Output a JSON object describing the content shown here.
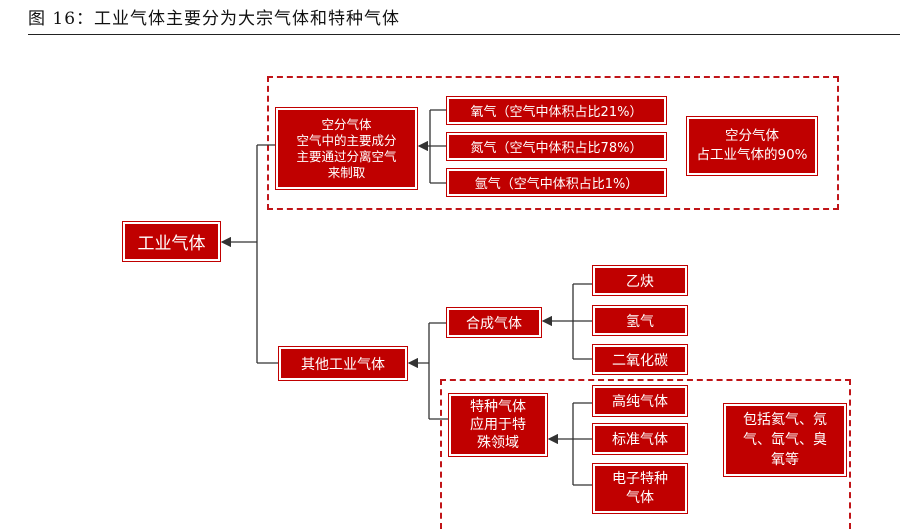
{
  "figure": {
    "title": "图 16：工业气体主要分为大宗气体和特种气体"
  },
  "colors": {
    "box_fill": "#c00000",
    "dash": "#c01418",
    "line": "#333333"
  },
  "nodes": {
    "root": "工业气体",
    "air_sep": "空分气体\n空气中的主要成分\n主要通过分离空气\n来制取",
    "oxygen": "氧气（空气中体积占比21%）",
    "nitrogen": "氮气（空气中体积占比78%）",
    "argon": "氩气（空气中体积占比1%）",
    "air_share": "空分气体\n占工业气体的90%",
    "other": "其他工业气体",
    "synth": "合成气体",
    "acetylene": "乙炔",
    "hydrogen": "氢气",
    "co2": "二氧化碳",
    "special": "特种气体\n应用于特\n殊领域",
    "high_purity": "高纯气体",
    "standard": "标准气体",
    "electronic": "电子特种\n气体",
    "special_note": "包括氦气、氖\n气、氙气、臭\n氧等"
  }
}
